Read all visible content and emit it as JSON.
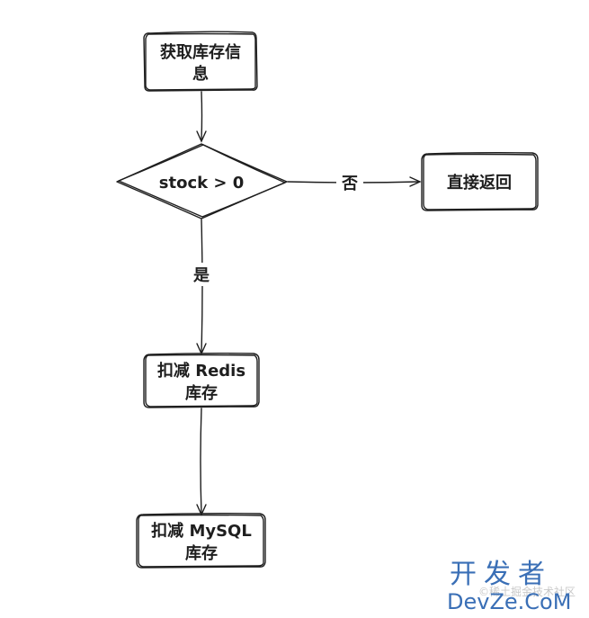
{
  "nodes": {
    "get_stock": {
      "line1": "获取库存信",
      "line2": "息"
    },
    "decision": {
      "label": "stock > 0"
    },
    "return_direct": {
      "label": "直接返回"
    },
    "deduct_redis": {
      "line1": "扣减 Redis",
      "line2": "库存"
    },
    "deduct_mysql": {
      "line1": "扣减 MySQL",
      "line2": "库存"
    }
  },
  "edges": {
    "no_label": "否",
    "yes_label": "是"
  },
  "watermark": {
    "brand_cn": "开发者",
    "brand_en": "DevZe.CoM",
    "faint": "©稀土掘金技术社区"
  },
  "colors": {
    "stroke": "#1e1e1e",
    "watermark": "#3a6fb6"
  }
}
